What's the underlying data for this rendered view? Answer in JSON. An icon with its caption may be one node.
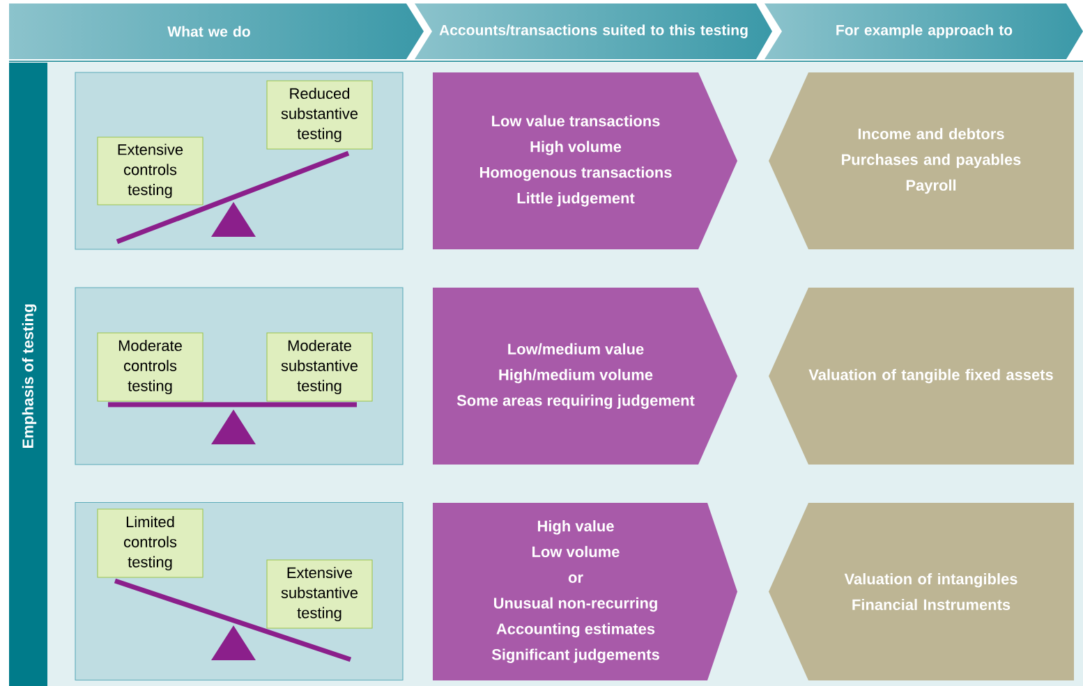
{
  "diagram": {
    "nodes": [
      {
        "text": [
          "What we do"
        ]
      },
      {
        "text": [
          "Accounts/transactions suited to this testing"
        ]
      },
      {
        "text": [
          "For example approach to"
        ]
      },
      {
        "text": [
          "Emphasis of testing"
        ]
      },
      {
        "text": [],
        "shape": "box"
      },
      {
        "text": [
          "Extensive controls testing"
        ],
        "in": 4
      },
      {
        "text": [
          "Reduced substantive testing"
        ],
        "in": 4
      },
      {
        "text": [
          "Low value transactions",
          "High volume",
          "Homogenous transactions",
          "Little judgement"
        ]
      },
      {
        "text": [
          "Income and debtors",
          "Purchases and payables",
          "Payroll"
        ]
      },
      {
        "text": [],
        "shape": "box"
      },
      {
        "text": [
          "Moderate controls testing"
        ],
        "in": 9
      },
      {
        "text": [
          "Moderate substantive testing"
        ],
        "in": 9
      },
      {
        "text": [
          "Low/medium value",
          "High/medium volume",
          "Some areas requiring judgement"
        ]
      },
      {
        "text": [
          "Valuation of tangible fixed assets"
        ]
      },
      {
        "text": [],
        "shape": "box"
      },
      {
        "text": [
          "Limited controls testing"
        ],
        "in": 14
      },
      {
        "text": [
          "Extensive substantive testing"
        ],
        "in": 14
      },
      {
        "text": [
          "High value",
          "Low volume",
          "or",
          "Unusual non-recurring",
          "Accounting estimates",
          "Significant judgements"
        ]
      },
      {
        "text": [
          "Valuation of intangibles",
          "Financial Instruments"
        ]
      }
    ]
  }
}
